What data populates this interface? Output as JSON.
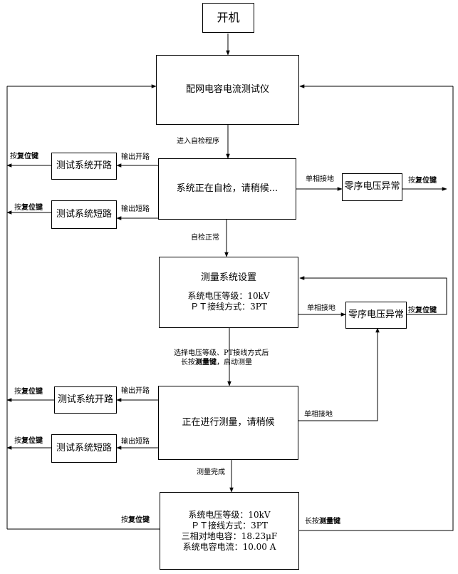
{
  "nodes": {
    "power_on": "开机",
    "tester": "配网电容电流测试仪",
    "self_check": "系统正在自检，请稍候...",
    "open_circuit_1": "测试系统开路",
    "short_circuit_1": "测试系统短路",
    "zero_seq_1": "零序电压异常",
    "setup": {
      "title": "测量系统设置",
      "line1": "系统电压等级：10kV",
      "line2": "ＰＴ接线方式：3PT"
    },
    "zero_seq_2": "零序电压异常",
    "measuring": "正在进行测量，请稍候",
    "open_circuit_2": "测试系统开路",
    "short_circuit_2": "测试系统短路",
    "result": {
      "line1": "系统电压等级：10kV",
      "line2": "ＰＴ接线方式：3PT",
      "line3": "三相对地电容：18.23μF",
      "line4": "系统电容电流：10.00 A"
    }
  },
  "labels": {
    "enter_self_check": "进入自检程序",
    "output_open": "输出开路",
    "output_short": "输出短路",
    "single_phase_ground": "单相接地",
    "self_check_ok": "自检正常",
    "select_line1": "选择电压等级、PT接线方式后",
    "select_line2_prefix": "长按",
    "select_line2_key": "测量键",
    "select_line2_suffix": "，启动测量",
    "measure_done": "测量完成",
    "press": "按",
    "long_press": "长按",
    "reset_key": "复位键",
    "measure_key": "测量键"
  }
}
